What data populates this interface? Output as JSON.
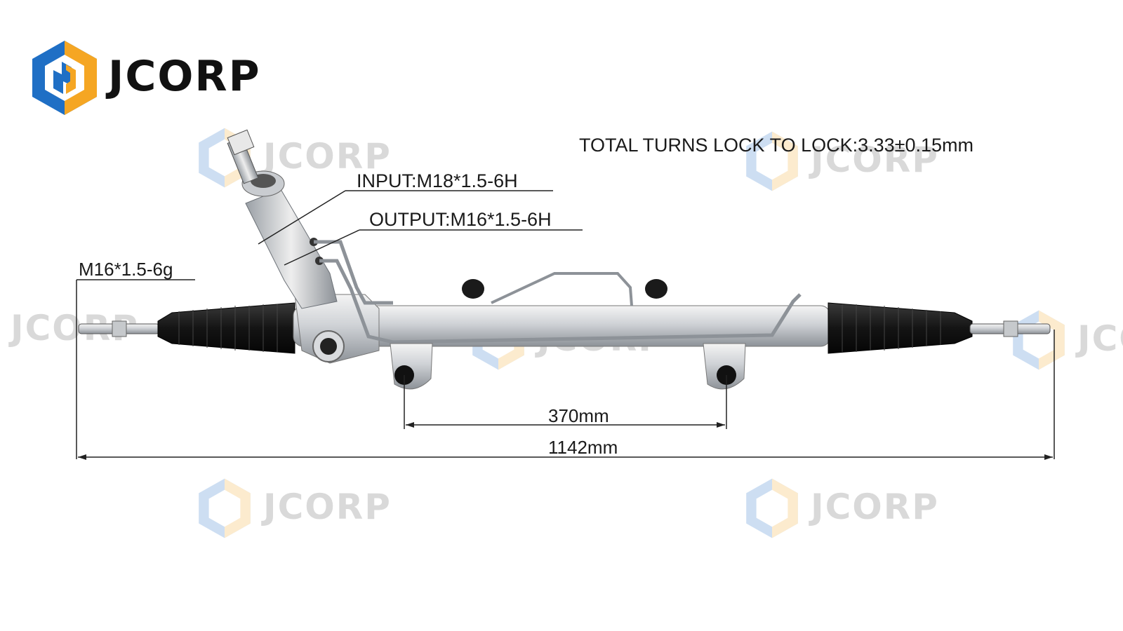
{
  "brand": {
    "name": "JCORP",
    "colors": {
      "blue": "#1f6fc5",
      "orange": "#f5a623",
      "text": "#111111"
    }
  },
  "watermark": {
    "text": "JCORP"
  },
  "specs": {
    "total_turns": "TOTAL TURNS LOCK TO LOCK:3.33±0.15mm",
    "input": "INPUT:M18*1.5-6H",
    "output": "OUTPUT:M16*1.5-6H",
    "tie_rod_thread": "M16*1.5-6g"
  },
  "dimensions": {
    "mounting_spacing": "370mm",
    "overall_length": "1142mm"
  },
  "icons": {
    "logo": "jcorp-hexagon-logo-icon",
    "product": "steering-rack-icon"
  }
}
